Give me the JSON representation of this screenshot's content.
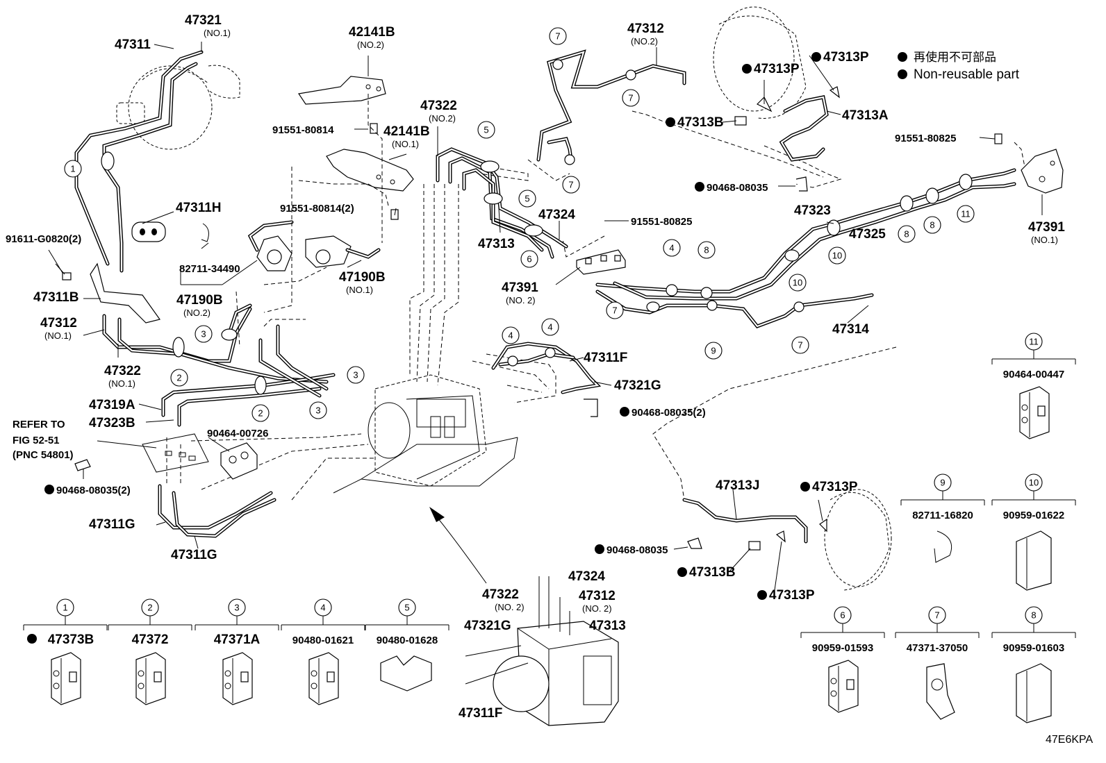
{
  "legend": {
    "ja": "再使用不可部品",
    "en": "Non-reusable part"
  },
  "figure_code": "47E6KPA",
  "reference": {
    "line1": "REFER TO",
    "line2": "FIG 52-51",
    "line3": "(PNC 54801)"
  },
  "labels": [
    {
      "id": "l1",
      "text": "47321",
      "sub": "(NO.1)",
      "mark": false
    },
    {
      "id": "l2",
      "text": "47311",
      "mark": false
    },
    {
      "id": "l3",
      "text": "42141B",
      "sub": "(NO.2)",
      "mark": false
    },
    {
      "id": "l4",
      "text": "91551-80814",
      "mark": false
    },
    {
      "id": "l5",
      "text": "42141B",
      "sub": "(NO.1)",
      "mark": false
    },
    {
      "id": "l6",
      "text": "47322",
      "sub": "(NO.2)",
      "mark": false
    },
    {
      "id": "l7",
      "text": "47312",
      "sub": "(NO.2)",
      "mark": false
    },
    {
      "id": "l8",
      "text": "47313P",
      "mark": true
    },
    {
      "id": "l9",
      "text": "47313P",
      "mark": true
    },
    {
      "id": "l10",
      "text": "47313B",
      "mark": true
    },
    {
      "id": "l11",
      "text": "47313A",
      "mark": false
    },
    {
      "id": "l12",
      "text": "91551-80825",
      "mark": false
    },
    {
      "id": "l13",
      "text": "90468-08035",
      "mark": true
    },
    {
      "id": "l14",
      "text": "47311H",
      "mark": false
    },
    {
      "id": "l15",
      "text": "91551-80814(2)",
      "mark": false
    },
    {
      "id": "l16",
      "text": "47324",
      "mark": false
    },
    {
      "id": "l17",
      "text": "91551-80825",
      "mark": false
    },
    {
      "id": "l18",
      "text": "47323",
      "mark": false
    },
    {
      "id": "l19",
      "text": "47325",
      "mark": false
    },
    {
      "id": "l20",
      "text": "47391",
      "sub": "(NO.1)",
      "mark": false
    },
    {
      "id": "l21",
      "text": "91611-G0820(2)",
      "mark": false
    },
    {
      "id": "l22",
      "text": "82711-34490",
      "mark": false
    },
    {
      "id": "l23",
      "text": "47190B",
      "sub": "(NO.1)",
      "mark": false
    },
    {
      "id": "l24",
      "text": "47313",
      "mark": false
    },
    {
      "id": "l25",
      "text": "47311B",
      "mark": false
    },
    {
      "id": "l26",
      "text": "47190B",
      "sub": "(NO.2)",
      "mark": false
    },
    {
      "id": "l27",
      "text": "47391",
      "sub": "(NO. 2)",
      "mark": false
    },
    {
      "id": "l28",
      "text": "47312",
      "sub": "(NO.1)",
      "mark": false
    },
    {
      "id": "l29",
      "text": "47314",
      "mark": false
    },
    {
      "id": "l30",
      "text": "47322",
      "sub": "(NO.1)",
      "mark": false
    },
    {
      "id": "l31",
      "text": "47311F",
      "mark": false
    },
    {
      "id": "l32",
      "text": "47321G",
      "mark": false
    },
    {
      "id": "l33",
      "text": "47319A",
      "mark": false
    },
    {
      "id": "l34",
      "text": "90468-08035(2)",
      "mark": true
    },
    {
      "id": "l35",
      "text": "47323B",
      "mark": false
    },
    {
      "id": "l36",
      "text": "90464-00726",
      "mark": false
    },
    {
      "id": "l37",
      "text": "90468-08035(2)",
      "mark": true
    },
    {
      "id": "l38",
      "text": "47313J",
      "mark": false
    },
    {
      "id": "l39",
      "text": "47313P",
      "mark": true
    },
    {
      "id": "l40",
      "text": "47311G",
      "mark": false
    },
    {
      "id": "l41",
      "text": "47311G",
      "mark": false
    },
    {
      "id": "l42",
      "text": "90468-08035",
      "mark": true
    },
    {
      "id": "l43",
      "text": "47313B",
      "mark": true
    },
    {
      "id": "l44",
      "text": "47324",
      "mark": false
    },
    {
      "id": "l45",
      "text": "47322",
      "sub": "(NO. 2)",
      "mark": false
    },
    {
      "id": "l46",
      "text": "47312",
      "sub": "(NO. 2)",
      "mark": false
    },
    {
      "id": "l47",
      "text": "47321G",
      "mark": false
    },
    {
      "id": "l48",
      "text": "47313",
      "mark": false
    },
    {
      "id": "l49",
      "text": "47313P",
      "mark": true
    },
    {
      "id": "l50",
      "text": "47311F",
      "mark": false
    }
  ],
  "callouts": [
    "1",
    "2",
    "3",
    "4",
    "5",
    "6",
    "7",
    "8",
    "9",
    "10",
    "11"
  ],
  "clamp_table": [
    {
      "n": "1",
      "part": "47373B",
      "mark": true
    },
    {
      "n": "2",
      "part": "47372",
      "mark": false
    },
    {
      "n": "3",
      "part": "47371A",
      "mark": false
    },
    {
      "n": "4",
      "part": "90480-01621",
      "mark": false
    },
    {
      "n": "5",
      "part": "90480-01628",
      "mark": false
    },
    {
      "n": "6",
      "part": "90959-01593",
      "mark": false
    },
    {
      "n": "7",
      "part": "47371-37050",
      "mark": false
    },
    {
      "n": "8",
      "part": "90959-01603",
      "mark": false
    },
    {
      "n": "9",
      "part": "82711-16820",
      "mark": false
    },
    {
      "n": "10",
      "part": "90959-01622",
      "mark": false
    },
    {
      "n": "11",
      "part": "90464-00447",
      "mark": false
    }
  ]
}
